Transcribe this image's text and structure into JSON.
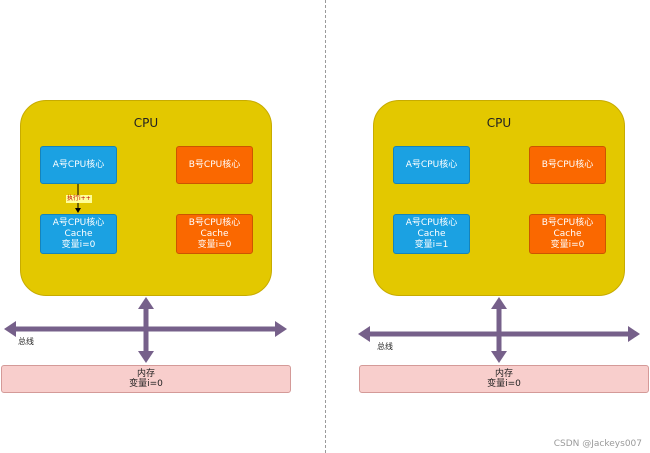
{
  "panels": [
    {
      "cpu_label": "CPU",
      "core_a": "A号CPU核心",
      "core_b": "B号CPU核心",
      "cache_a": [
        "A号CPU核心Cache",
        "变量i=0"
      ],
      "cache_b": [
        "B号CPU核心Cache",
        "变量i=0"
      ],
      "exec_label": "执行i++",
      "bus_label": "总线",
      "memory": [
        "内存",
        "变量i=0"
      ]
    },
    {
      "cpu_label": "CPU",
      "core_a": "A号CPU核心",
      "core_b": "B号CPU核心",
      "cache_a": [
        "A号CPU核心Cache",
        "变量i=1"
      ],
      "cache_b": [
        "B号CPU核心Cache",
        "变量i=0"
      ],
      "bus_label": "总线",
      "memory": [
        "内存",
        "变量i=0"
      ]
    }
  ],
  "watermark": "CSDN @Jackeys007",
  "colors": {
    "cpu_fill": "#e3c800",
    "core_a_fill": "#1ba1e2",
    "core_b_fill": "#fa6800",
    "memory_fill": "#f8cecc",
    "bus_arrow": "#76608a"
  }
}
